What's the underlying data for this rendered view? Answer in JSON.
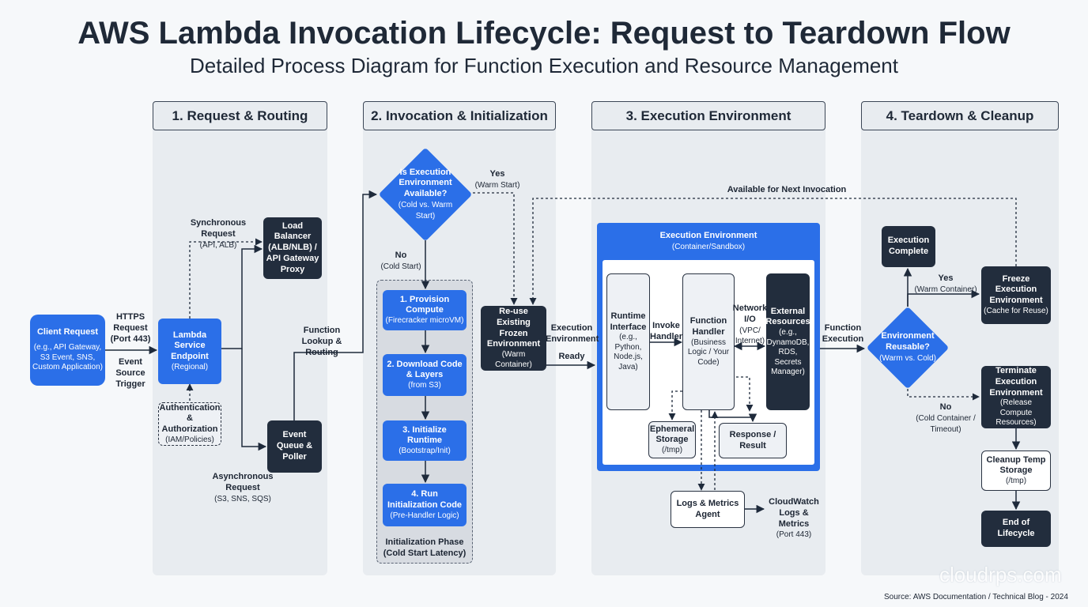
{
  "header": {
    "title": "AWS Lambda Invocation Lifecycle: Request to Teardown Flow",
    "subtitle": "Detailed Process Diagram for Function Execution and Resource Management"
  },
  "columns": [
    {
      "label": "1. Request & Routing"
    },
    {
      "label": "2. Invocation & Initialization"
    },
    {
      "label": "3. Execution Environment"
    },
    {
      "label": "4. Teardown & Cleanup"
    }
  ],
  "nodes": {
    "client": {
      "title": "Client Request",
      "sub": "(e.g., API Gateway, S3 Event, SNS, Custom Application)"
    },
    "lambda_endpoint": {
      "title": "Lambda Service Endpoint",
      "sub": "(Regional)"
    },
    "auth": {
      "title": "Authentication & Authorization",
      "sub": "(IAM/Policies)"
    },
    "load_balancer": {
      "title": "Load Balancer (ALB/NLB) / API Gateway Proxy"
    },
    "event_queue": {
      "title": "Event Queue & Poller"
    },
    "env_available": {
      "title": "Is Execution Environment Available?",
      "sub": "(Cold vs. Warm Start)"
    },
    "provision": {
      "title": "1. Provision Compute",
      "sub": "(Firecracker microVM)"
    },
    "download": {
      "title": "2. Download Code & Layers",
      "sub": "(from S3)"
    },
    "init_runtime": {
      "title": "3. Initialize Runtime",
      "sub": "(Bootstrap/Init)"
    },
    "run_init": {
      "title": "4. Run Initialization Code",
      "sub": "(Pre-Handler Logic)"
    },
    "init_phase": {
      "title": "Initialization Phase (Cold Start Latency)"
    },
    "reuse": {
      "title": "Re-use Existing Frozen Environment",
      "sub": "(Warm Container)"
    },
    "exec_env": {
      "title": "Execution Environment",
      "sub": "(Container/Sandbox)"
    },
    "runtime_interface": {
      "title": "Runtime Interface",
      "sub": "(e.g., Python, Node.js, Java)"
    },
    "function_handler": {
      "title": "Function Handler",
      "sub": "(Business Logic / Your Code)"
    },
    "external": {
      "title": "External Resources",
      "sub": "(e.g., DynamoDB, RDS, Secrets Manager)"
    },
    "ephemeral": {
      "title": "Ephemeral Storage",
      "sub": "(/tmp)"
    },
    "response": {
      "title": "Response / Result"
    },
    "logs_agent": {
      "title": "Logs & Metrics Agent"
    },
    "exec_complete": {
      "title": "Execution Complete"
    },
    "env_reusable": {
      "title": "Environment Reusable?",
      "sub": "(Warm vs. Cold)"
    },
    "freeze": {
      "title": "Freeze Execution Environment",
      "sub": "(Cache for Reuse)"
    },
    "terminate": {
      "title": "Terminate Execution Environment",
      "sub": "(Release Compute Resources)"
    },
    "cleanup": {
      "title": "Cleanup Temp Storage",
      "sub": "(/tmp)"
    },
    "end": {
      "title": "End of Lifecycle"
    }
  },
  "labels": {
    "https_request": "HTTPS Request (Port 443)",
    "event_source": "Event Source Trigger",
    "sync_title": "Synchronous Request",
    "sync_sub": "(API, ALB)",
    "async_title": "Asynchronous Request",
    "async_sub": "(S3, SNS, SQS)",
    "function_lookup": "Function Lookup & Routing",
    "yes_warm_title": "Yes",
    "yes_warm_sub": "(Warm Start)",
    "no_cold_title": "No",
    "no_cold_sub": "(Cold Start)",
    "exec_env_ready": "Execution Environment",
    "ready": "Ready",
    "invoke_handler": "Invoke Handler",
    "network_io_title": "Network I/O",
    "network_io_sub": "(VPC/ Internet)",
    "cloudwatch_title": "CloudWatch Logs & Metrics",
    "cloudwatch_sub": "(Port 443)",
    "function_execution": "Function Execution",
    "available_next": "Available for Next Invocation",
    "yes_reuse_title": "Yes",
    "yes_reuse_sub": "(Warm Container)",
    "no_reuse_title": "No",
    "no_reuse_sub": "(Cold Container / Timeout)"
  },
  "footer": {
    "watermark": "cloudrps.com",
    "source": "Source: AWS Documentation / Technical Blog - 2024"
  },
  "colors": {
    "accent_blue": "#2b6fe8",
    "dark_node": "#222d3d",
    "column_bg": "#e8ecf0",
    "connector": "#1e2a3b"
  }
}
